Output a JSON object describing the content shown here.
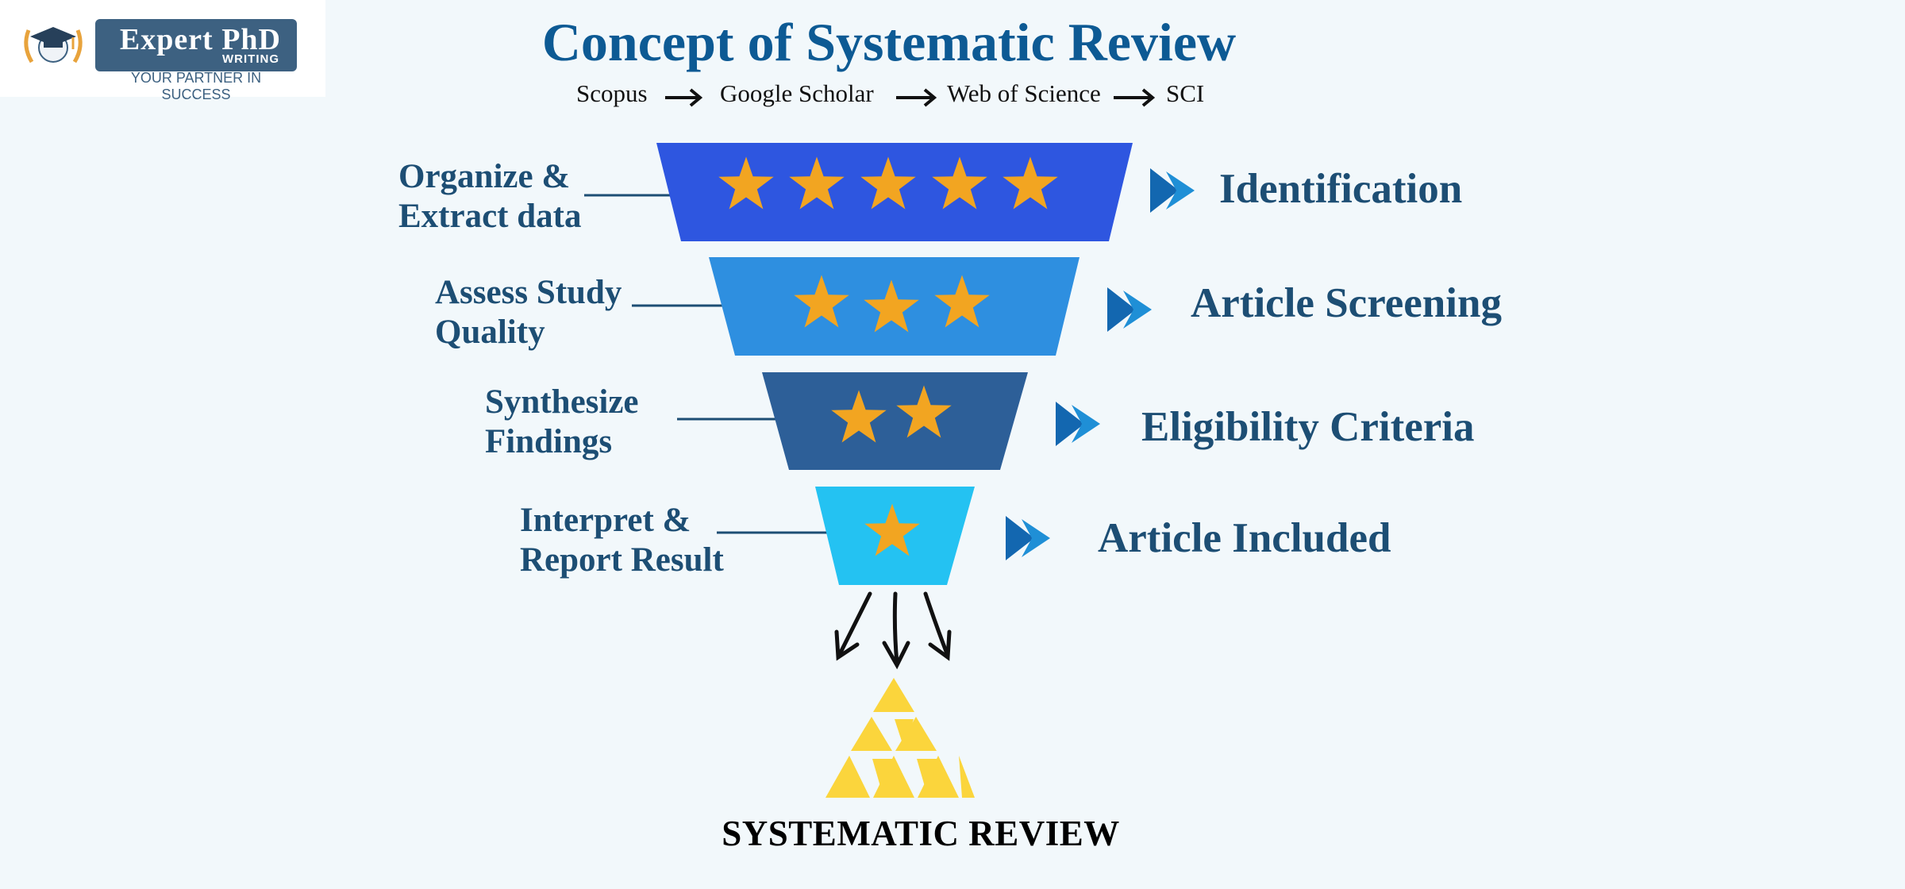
{
  "logo": {
    "title": "Expert PhD",
    "subtitle": "WRITING",
    "tagline": "YOUR PARTNER IN SUCCESS"
  },
  "title": "Concept of Systematic Review",
  "databases": [
    "Scopus",
    "Google Scholar",
    "Web of Science",
    "SCI"
  ],
  "funnel": [
    {
      "left_label_line1": "Organize &",
      "left_label_line2": "Extract data",
      "right_label": "Identification",
      "stars": 5,
      "color": "#2e56e0"
    },
    {
      "left_label_line1": "Assess Study",
      "left_label_line2": "Quality",
      "right_label": "Article Screening",
      "stars": 3,
      "color": "#2e8fe0"
    },
    {
      "left_label_line1": "Synthesize",
      "left_label_line2": "Findings",
      "right_label": "Eligibility Criteria",
      "stars": 2,
      "color": "#2d5f98"
    },
    {
      "left_label_line1": "Interpret &",
      "left_label_line2": "Report Result",
      "right_label": "Article Included",
      "stars": 1,
      "color": "#24c2f2"
    }
  ],
  "footer": "SYSTEMATIC REVIEW",
  "colors": {
    "title": "#0d5a94",
    "label": "#1d4e74",
    "star": "#f2a521",
    "chevron": "#1367b0",
    "pyramid": "#fbd53c",
    "background": "#f2f8fb"
  }
}
